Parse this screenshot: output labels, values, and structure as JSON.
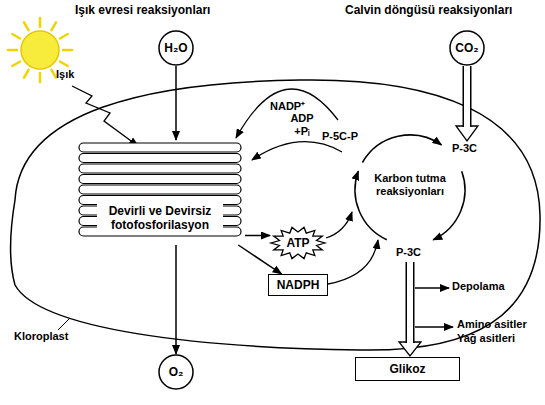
{
  "diagram": {
    "nodes": [
      {
        "text": [
          "H₂O"
        ]
      },
      {
        "text": [
          "CO₂"
        ]
      },
      {
        "text": [
          "Devirli ve Devirsiz fotofosforilasyon"
        ]
      },
      {
        "text": [
          "ATP"
        ]
      },
      {
        "text": [
          "NADPH"
        ]
      },
      {
        "text": [
          "O₂"
        ]
      },
      {
        "text": [
          "Glikoz"
        ]
      }
    ],
    "edges": [
      {
        "from": 0,
        "to": 2,
        "arrow": "to"
      },
      {
        "from": 2,
        "to": 5,
        "arrow": "to"
      },
      {
        "from": 2,
        "to": 3,
        "arrow": "to"
      },
      {
        "from": 2,
        "to": 4,
        "arrow": "to"
      }
    ],
    "labels": [
      "Işık evresi reaksiyonları",
      "Calvin döngüsü reaksiyonları",
      "Işık",
      "NADP⁺",
      "ADP +Pᵢ",
      "P-5C-P",
      "P-3C",
      "Karbon tutma reaksiyonları",
      "P-3C",
      "Depolama",
      "Amino asitler",
      "Yağ asitleri",
      "Kloroplast"
    ]
  }
}
